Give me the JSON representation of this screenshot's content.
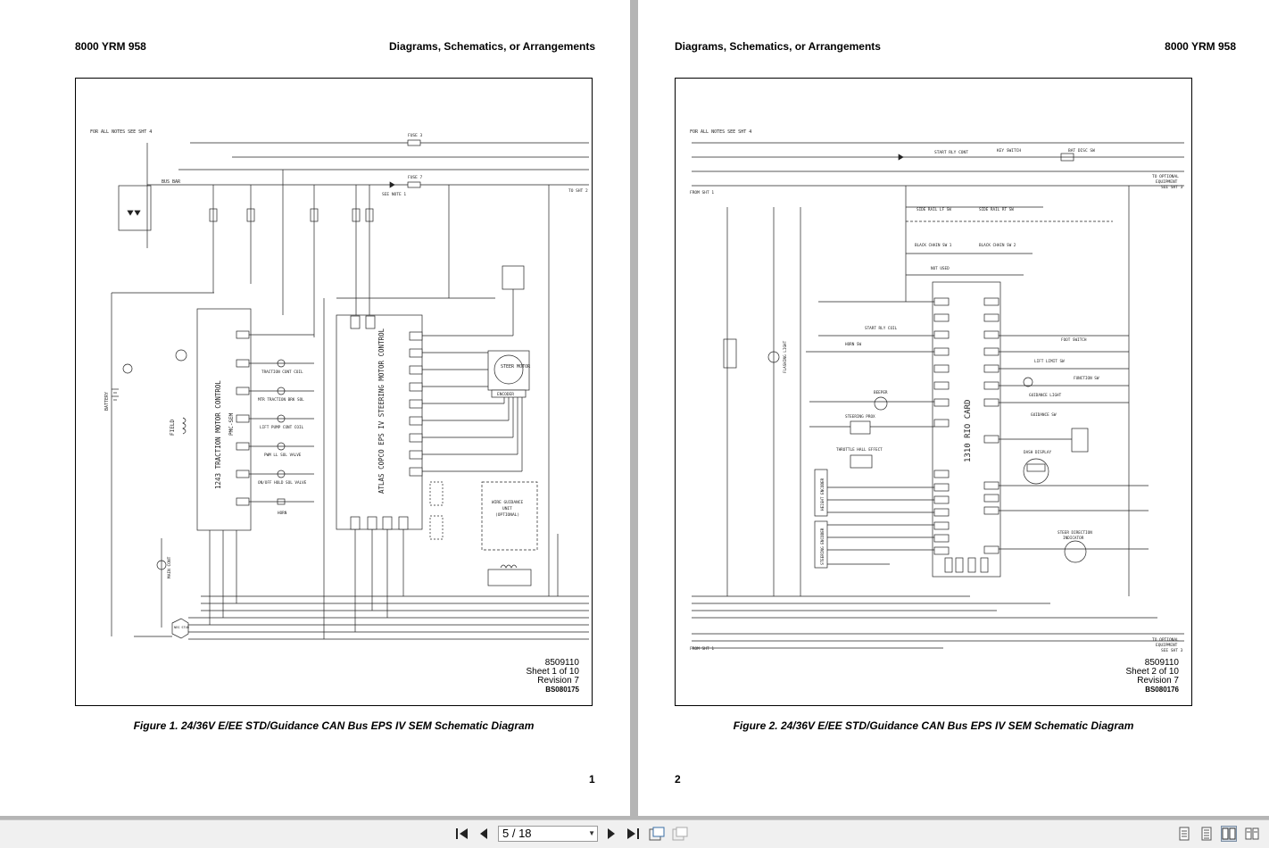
{
  "left_page": {
    "header_left": "8000 YRM 958",
    "header_right": "Diagrams, Schematics, or Arrangements",
    "sheet_number": "8509110",
    "sheet_of": "Sheet 1 of 10",
    "revision": "Revision 7",
    "drawing_code": "BS080175",
    "caption": "Figure 1. 24/36V E/EE STD/Guidance CAN Bus EPS IV SEM Schematic Diagram",
    "page_number": "1",
    "labels": {
      "notes": "FOR ALL NOTES SEE SHT 4",
      "bus_bar": "BUS BAR",
      "fuse3": "FUSE 3",
      "fuse7": "FUSE 7",
      "to_sht2": "TO SHT 2",
      "see_note": "SEE NOTE 1",
      "traction_control": "1243 TRACTION MOTOR CONTROL",
      "pmc_sem": "PMC-SEM",
      "steering_control": "ATLAS COPCO EPS IV STEERING MOTOR CONTROL",
      "steer_motor": "STEER MOTOR",
      "encoder": "ENCODER",
      "traction_coil": "TRACTION CONT COIL",
      "brake_sol": "MTR TRACTION BRK SOL",
      "lift_pump_coil": "LIFT PUMP CONT COIL",
      "pwm_sol": "PWM LL SOL VALVE",
      "hold_sol": "ON/OFF HOLD SOL VALVE",
      "horn": "HORN",
      "battery": "BATTERY",
      "field": "FIELD",
      "main_cont": "MAIN CONT",
      "wire_guidance": "WIRE GUIDANCE",
      "unit": "UNIT",
      "optional": "(OPTIONAL)",
      "neg_stud": "NEG STUD"
    }
  },
  "right_page": {
    "header_left": "Diagrams, Schematics, or Arrangements",
    "header_right": "8000 YRM 958",
    "sheet_number": "8509110",
    "sheet_of": "Sheet 2 of 10",
    "revision": "Revision 7",
    "drawing_code": "BS080176",
    "caption": "Figure 2. 24/36V E/EE STD/Guidance CAN Bus EPS IV SEM Schematic Diagram",
    "page_number": "2",
    "labels": {
      "notes": "FOR ALL NOTES SEE SHT 4",
      "from_sht1": "FROM SHT 1",
      "to_optional": "TO OPTIONAL",
      "equipment": "EQUIPMENT",
      "see_sht3": "SEE SHT 3",
      "start_rly": "START RLY CONT",
      "key_switch": "KEY SWITCH",
      "bat_disc": "BAT DISC SW",
      "side_rail_lf": "SIDE RAIL LF SW",
      "side_rail_rt": "SIDE RAIL RT SW",
      "black_chain1": "BLACK CHAIN SW 1",
      "black_chain2": "BLACK CHAIN SW 2",
      "rio_card": "1310 RIO CARD",
      "foot_switch": "FOOT SWITCH",
      "lift_limit": "LIFT LIMIT SW",
      "function_sw": "FUNCTION SW",
      "guidance_light": "GUIDANCE LIGHT",
      "guidance_sw": "GUIDANCE SW",
      "dash_display": "DASH DISPLAY",
      "steer_dir": "STEER DIRECTION",
      "indicator": "INDICATOR",
      "start_rly_coil": "START RLY COIL",
      "horn_sw": "HORN SW",
      "beeper": "BEEPER",
      "steering_prox": "STEERING PROX",
      "throttle": "THROTTLE HALL EFFECT",
      "height_encoder": "HEIGHT ENCODER",
      "steering_encoder": "STEERING ENCODER",
      "flashing_light": "FLASHING LIGHT",
      "not_used": "NOT USED"
    }
  },
  "toolbar": {
    "page_display": "5 / 18",
    "first_icon": "first-page-icon",
    "prev_icon": "previous-page-icon",
    "next_icon": "next-page-icon",
    "last_icon": "last-page-icon"
  }
}
